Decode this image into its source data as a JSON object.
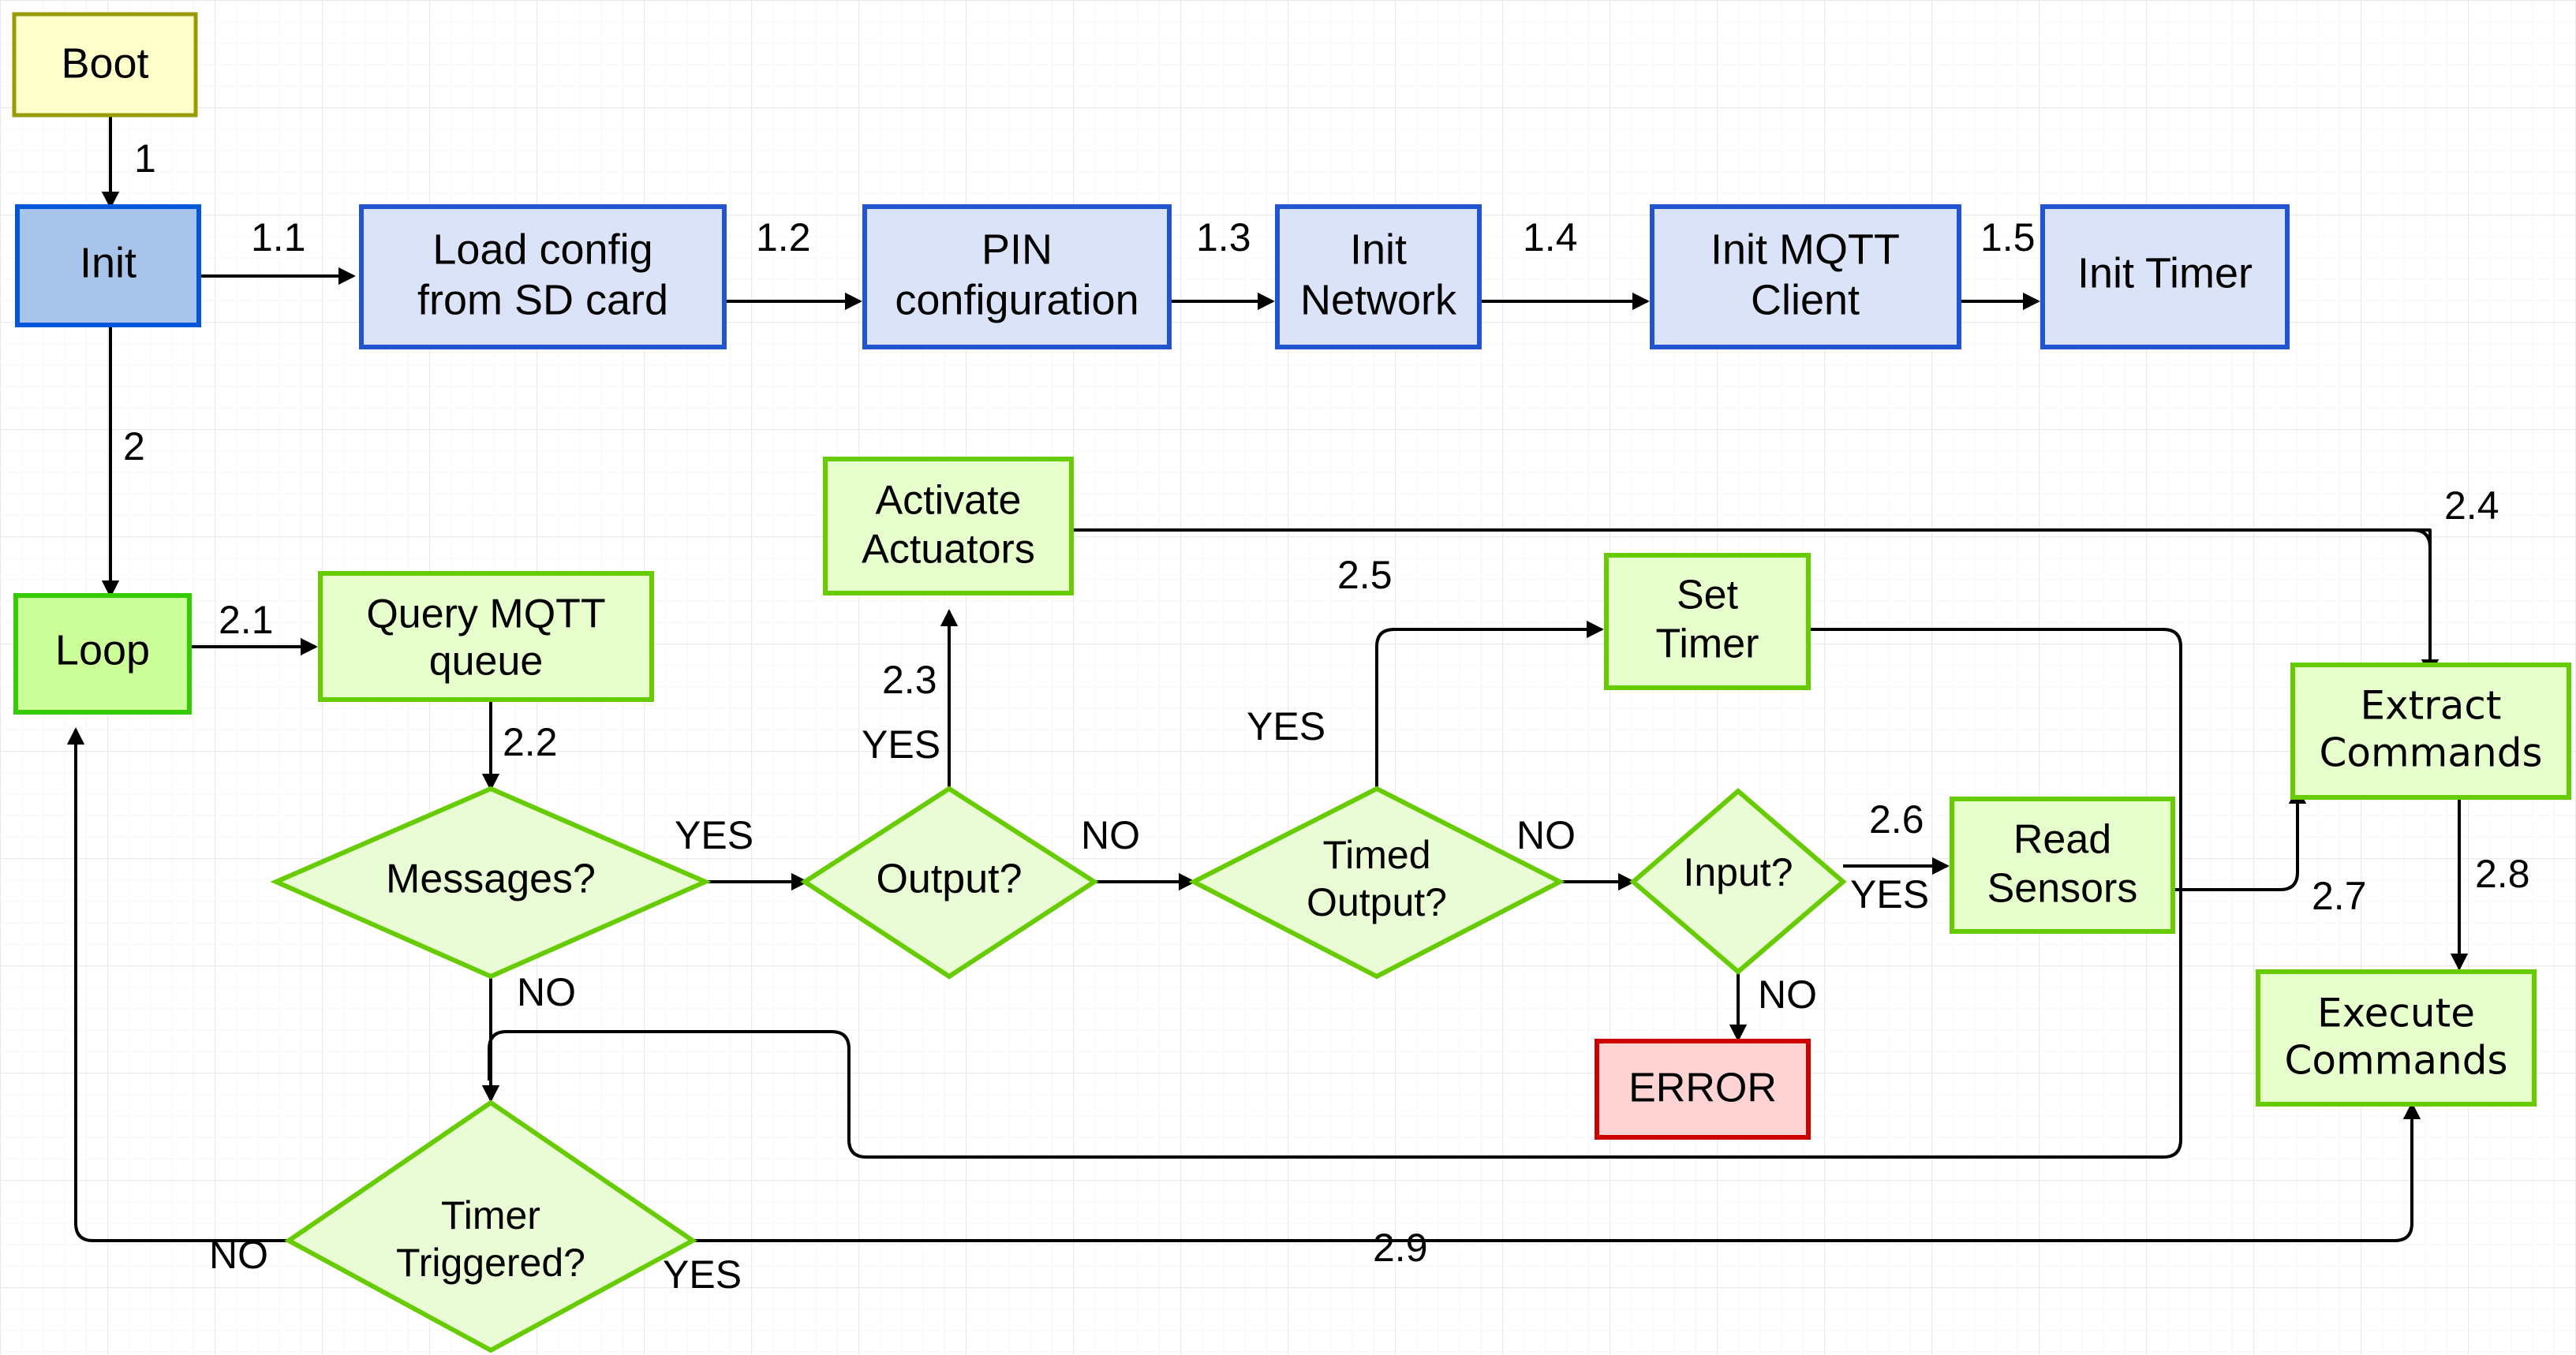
{
  "diagram": {
    "title": "MQTT device boot and main loop flowchart",
    "background": "#ffffff",
    "grid_color": "#f2f2f2",
    "palette": {
      "boot_fill": "#ffffcc",
      "boot_stroke": "#999900",
      "init_fill": "#a9c4eb",
      "init_stroke": "#0057d9",
      "process_blue_fill": "#dae3f7",
      "process_blue_stroke": "#2354cf",
      "loop_fill": "#ccff99",
      "loop_stroke": "#33cc00",
      "process_green_fill": "#e6ffcc",
      "process_green_stroke": "#66cc00",
      "decision_fill": "#e9fcd6",
      "decision_stroke": "#66cc00",
      "error_fill": "#fdd3d3",
      "error_stroke": "#cc0000",
      "edge_color": "#000000",
      "text_color": "#000000"
    },
    "nodes": [
      {
        "id": "boot",
        "shape": "rect",
        "label": "Boot",
        "kind": "boot"
      },
      {
        "id": "init",
        "shape": "rect",
        "label": "Init",
        "kind": "init"
      },
      {
        "id": "loadcfg",
        "shape": "rect",
        "label_lines": [
          "Load config",
          "from SD card"
        ],
        "kind": "process_blue"
      },
      {
        "id": "pincfg",
        "shape": "rect",
        "label_lines": [
          "PIN",
          "configuration"
        ],
        "kind": "process_blue"
      },
      {
        "id": "initnet",
        "shape": "rect",
        "label_lines": [
          "Init",
          "Network"
        ],
        "kind": "process_blue"
      },
      {
        "id": "initmqtt",
        "shape": "rect",
        "label_lines": [
          "Init MQTT",
          "Client"
        ],
        "kind": "process_blue"
      },
      {
        "id": "inittmr",
        "shape": "rect",
        "label_lines": [
          "Init Timer"
        ],
        "kind": "process_blue"
      },
      {
        "id": "loop",
        "shape": "rect",
        "label_lines": [
          "Loop"
        ],
        "kind": "loop"
      },
      {
        "id": "query",
        "shape": "rect",
        "label_lines": [
          "Query MQTT",
          "queue"
        ],
        "kind": "process_green"
      },
      {
        "id": "actuate",
        "shape": "rect",
        "label_lines": [
          "Activate",
          "Actuators"
        ],
        "kind": "process_green"
      },
      {
        "id": "settimer",
        "shape": "rect",
        "label_lines": [
          "Set",
          "Timer"
        ],
        "kind": "process_green"
      },
      {
        "id": "readsens",
        "shape": "rect",
        "label_lines": [
          "Read",
          "Sensors"
        ],
        "kind": "process_green"
      },
      {
        "id": "extract",
        "shape": "rect",
        "label_lines": [
          "Extract",
          "Commands"
        ],
        "kind": "process_green",
        "font": "geo"
      },
      {
        "id": "execute",
        "shape": "rect",
        "label_lines": [
          "Execute",
          "Commands"
        ],
        "kind": "process_green",
        "font": "geo"
      },
      {
        "id": "error",
        "shape": "rect",
        "label_lines": [
          "ERROR"
        ],
        "kind": "error"
      },
      {
        "id": "messages",
        "shape": "diamond",
        "label_lines": [
          "Messages?"
        ],
        "kind": "decision"
      },
      {
        "id": "output",
        "shape": "diamond",
        "label_lines": [
          "Output?"
        ],
        "kind": "decision"
      },
      {
        "id": "timedout",
        "shape": "diamond",
        "label_lines": [
          "Timed",
          "Output?"
        ],
        "kind": "decision"
      },
      {
        "id": "input",
        "shape": "diamond",
        "label_lines": [
          "Input?"
        ],
        "kind": "decision"
      },
      {
        "id": "timertrg",
        "shape": "diamond",
        "label_lines": [
          "Timer",
          "Triggered?"
        ],
        "kind": "decision"
      }
    ],
    "edges": [
      {
        "from": "boot",
        "to": "init",
        "number": "1",
        "branch": ""
      },
      {
        "from": "init",
        "to": "loadcfg",
        "number": "1.1",
        "branch": ""
      },
      {
        "from": "loadcfg",
        "to": "pincfg",
        "number": "1.2",
        "branch": ""
      },
      {
        "from": "pincfg",
        "to": "initnet",
        "number": "1.3",
        "branch": ""
      },
      {
        "from": "initnet",
        "to": "initmqtt",
        "number": "1.4",
        "branch": ""
      },
      {
        "from": "initmqtt",
        "to": "inittmr",
        "number": "1.5",
        "branch": ""
      },
      {
        "from": "init",
        "to": "loop",
        "number": "2",
        "branch": ""
      },
      {
        "from": "loop",
        "to": "query",
        "number": "2.1",
        "branch": ""
      },
      {
        "from": "query",
        "to": "messages",
        "number": "2.2",
        "branch": ""
      },
      {
        "from": "messages",
        "to": "output",
        "number": "",
        "branch": "YES"
      },
      {
        "from": "messages",
        "to": "timertrg",
        "number": "",
        "branch": "NO"
      },
      {
        "from": "output",
        "to": "actuate",
        "number": "2.3",
        "branch": "YES"
      },
      {
        "from": "output",
        "to": "timedout",
        "number": "",
        "branch": "NO"
      },
      {
        "from": "actuate",
        "to": "extract",
        "number": "2.4",
        "branch": ""
      },
      {
        "from": "timedout",
        "to": "settimer",
        "number": "2.5",
        "branch": "YES"
      },
      {
        "from": "timedout",
        "to": "input",
        "number": "",
        "branch": "NO"
      },
      {
        "from": "input",
        "to": "readsens",
        "number": "2.6",
        "branch": "YES"
      },
      {
        "from": "input",
        "to": "error",
        "number": "",
        "branch": "NO"
      },
      {
        "from": "readsens",
        "to": "extract",
        "number": "2.7",
        "branch": ""
      },
      {
        "from": "extract",
        "to": "execute",
        "number": "2.8",
        "branch": ""
      },
      {
        "from": "timertrg",
        "to": "execute",
        "number": "2.9",
        "branch": "YES"
      },
      {
        "from": "timertrg",
        "to": "loop",
        "number": "",
        "branch": "NO"
      },
      {
        "from": "settimer",
        "to": "timertrg",
        "number": "",
        "branch": ""
      }
    ],
    "labels": {
      "boot": "Boot",
      "init": "Init",
      "load_config_l1": "Load config",
      "load_config_l2": "from SD card",
      "pin_l1": "PIN",
      "pin_l2": "configuration",
      "initnet_l1": "Init",
      "initnet_l2": "Network",
      "initmqtt_l1": "Init MQTT",
      "initmqtt_l2": "Client",
      "inittimer": "Init Timer",
      "loop": "Loop",
      "query_l1": "Query MQTT",
      "query_l2": "queue",
      "actuate_l1": "Activate",
      "actuate_l2": "Actuators",
      "settimer_l1": "Set",
      "settimer_l2": "Timer",
      "readsens_l1": "Read",
      "readsens_l2": "Sensors",
      "extract_l1": "Extract",
      "extract_l2": "Commands",
      "execute_l1": "Execute",
      "execute_l2": "Commands",
      "error": "ERROR",
      "messages": "Messages?",
      "output": "Output?",
      "timedout_l1": "Timed",
      "timedout_l2": "Output?",
      "input": "Input?",
      "timertrg_l1": "Timer",
      "timertrg_l2": "Triggered?"
    },
    "edge_labels": {
      "n1": "1",
      "n11": "1.1",
      "n12": "1.2",
      "n13": "1.3",
      "n14": "1.4",
      "n15": "1.5",
      "n2": "2",
      "n21": "2.1",
      "n22": "2.2",
      "n23": "2.3",
      "n24": "2.4",
      "n25": "2.5",
      "n26": "2.6",
      "n27": "2.7",
      "n28": "2.8",
      "n29": "2.9",
      "yes_messages": "YES",
      "no_messages": "NO",
      "yes_output": "YES",
      "no_output": "NO",
      "yes_timedout": "YES",
      "no_timedout": "NO",
      "yes_input": "YES",
      "no_input": "NO",
      "yes_timertrg": "YES",
      "no_timertrg": "NO"
    }
  }
}
